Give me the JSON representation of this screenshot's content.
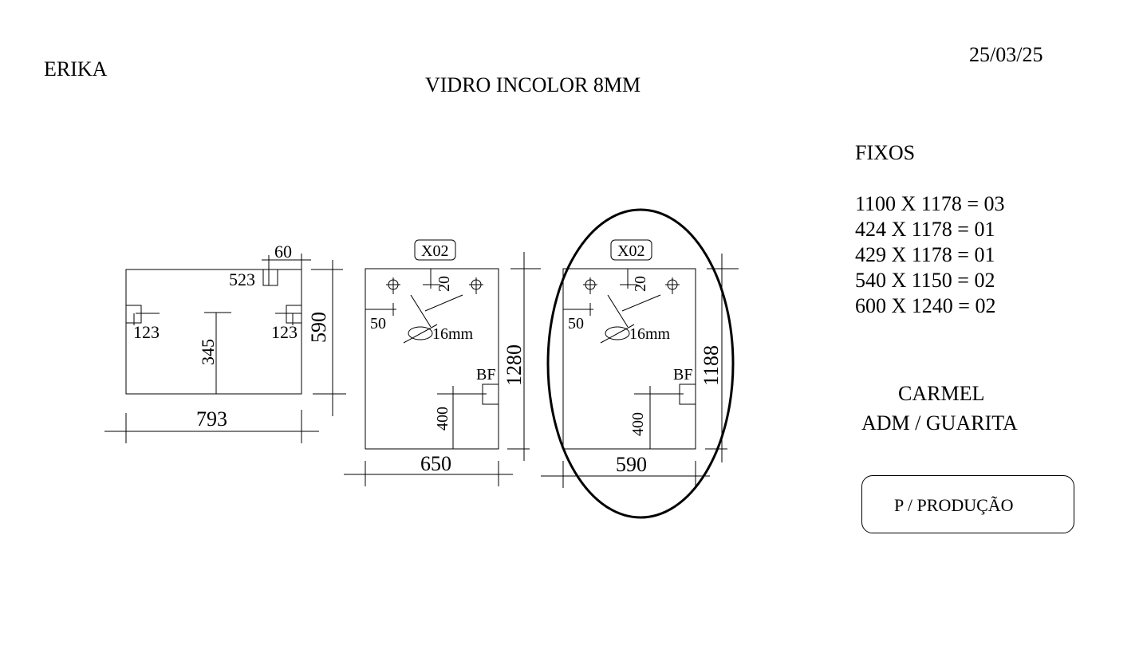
{
  "header": {
    "client": "ERIKA",
    "title": "VIDRO INCOLOR 8MM",
    "date": "25/03/25"
  },
  "fixos": {
    "title": "FIXOS",
    "items": [
      "1100 X 1178 = 03",
      "424 X 1178 = 01",
      "429 X 1178 = 01",
      "540 X 1150 = 02",
      "600 X 1240 = 02"
    ]
  },
  "location": {
    "line1": "CARMEL",
    "line2": "ADM / GUARITA"
  },
  "production_label": "P / PRODUÇÃO",
  "pieces": {
    "piece1": {
      "width": "793",
      "height": "590",
      "notch_width": "60",
      "notch_offset": "523",
      "left_cut": "123",
      "right_cut": "123",
      "center_height": "345"
    },
    "piece2": {
      "tag": "X02",
      "width": "650",
      "height": "1280",
      "hole_top": "20",
      "hole_side": "50",
      "hole_diameter": "16mm",
      "lock_label": "BF",
      "lock_height": "400"
    },
    "piece3": {
      "tag": "X02",
      "width": "590",
      "height": "1188",
      "hole_top": "20",
      "hole_side": "50",
      "hole_diameter": "16mm",
      "lock_label": "BF",
      "lock_height": "400"
    }
  }
}
